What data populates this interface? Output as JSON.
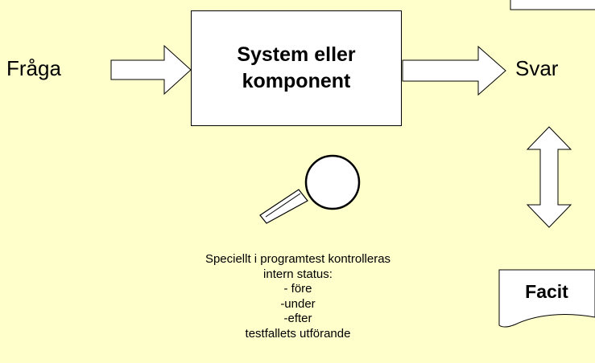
{
  "diagram": {
    "question_label": "Fråga",
    "system_title_line1": "System eller",
    "system_title_line2": "komponent",
    "answer_label": "Svar",
    "facit_label": "Facit",
    "note_lines": [
      "Speciellt i programtest kontrolleras",
      "intern status:",
      "- före",
      "-under",
      "-efter",
      "testfallets utförande"
    ],
    "icons": [
      "arrow-right-icon",
      "arrow-right-icon",
      "double-arrow-vertical-icon",
      "magnifier-icon",
      "document-icon"
    ],
    "colors": {
      "background": "#FFFFCC",
      "box_fill": "#FFFFFF",
      "stroke": "#000000"
    }
  }
}
